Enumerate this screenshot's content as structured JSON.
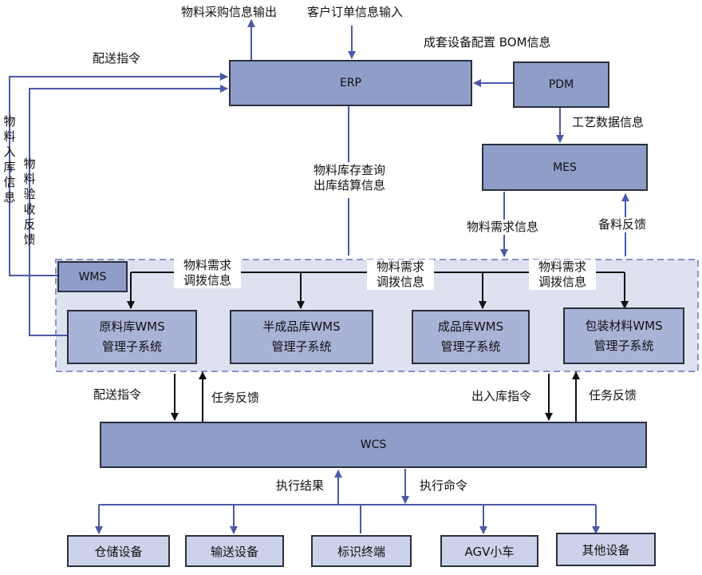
{
  "colors": {
    "box_fill": "#8f9dc9",
    "subsystem_fill": "#a9b3d7",
    "device_fill": "#ccd2ea",
    "wms_region_fill": "#dde1f0",
    "blue_arrow": "#4a5aa8",
    "black_arrow": "#111111"
  },
  "systems": {
    "erp": "ERP",
    "pdm": "PDM",
    "mes": "MES",
    "wms": "WMS",
    "wcs": "WCS"
  },
  "labels": {
    "material_purchase_output": "物料采购信息输出",
    "customer_order_input": "客户订单信息输入",
    "bom_info": "成套设备配置 BOM信息",
    "delivery_cmd_top": "配送指令",
    "process_data": "工艺数据信息",
    "material_inbound_info": "物料入库信息",
    "material_inspection_feedback": "物料验收反馈",
    "inventory_query_line1": "物料库存查询",
    "inventory_query_line2": "出库结算信息",
    "material_demand": "物料需求信息",
    "prep_feedback": "备料反馈",
    "demand_transfer_line1": "物料需求",
    "demand_transfer_line2": "调拨信息",
    "delivery_cmd_bottom": "配送指令",
    "task_feedback": "任务反馈",
    "in_out_cmd": "出入库指令",
    "exec_result": "执行结果",
    "exec_cmd": "执行命令"
  },
  "subsystems": [
    {
      "name_line1": "原料库WMS",
      "name_line2": "管理子系统"
    },
    {
      "name_line1": "半成品库WMS",
      "name_line2": "管理子系统"
    },
    {
      "name_line1": "成品库WMS",
      "name_line2": "管理子系统"
    },
    {
      "name_line1": "包装材料WMS",
      "name_line2": "管理子系统"
    }
  ],
  "devices": [
    "仓储设备",
    "输送设备",
    "标识终端",
    "AGV小车",
    "其他设备"
  ],
  "icons": {
    "arrow_head": "arrow-head-icon"
  }
}
